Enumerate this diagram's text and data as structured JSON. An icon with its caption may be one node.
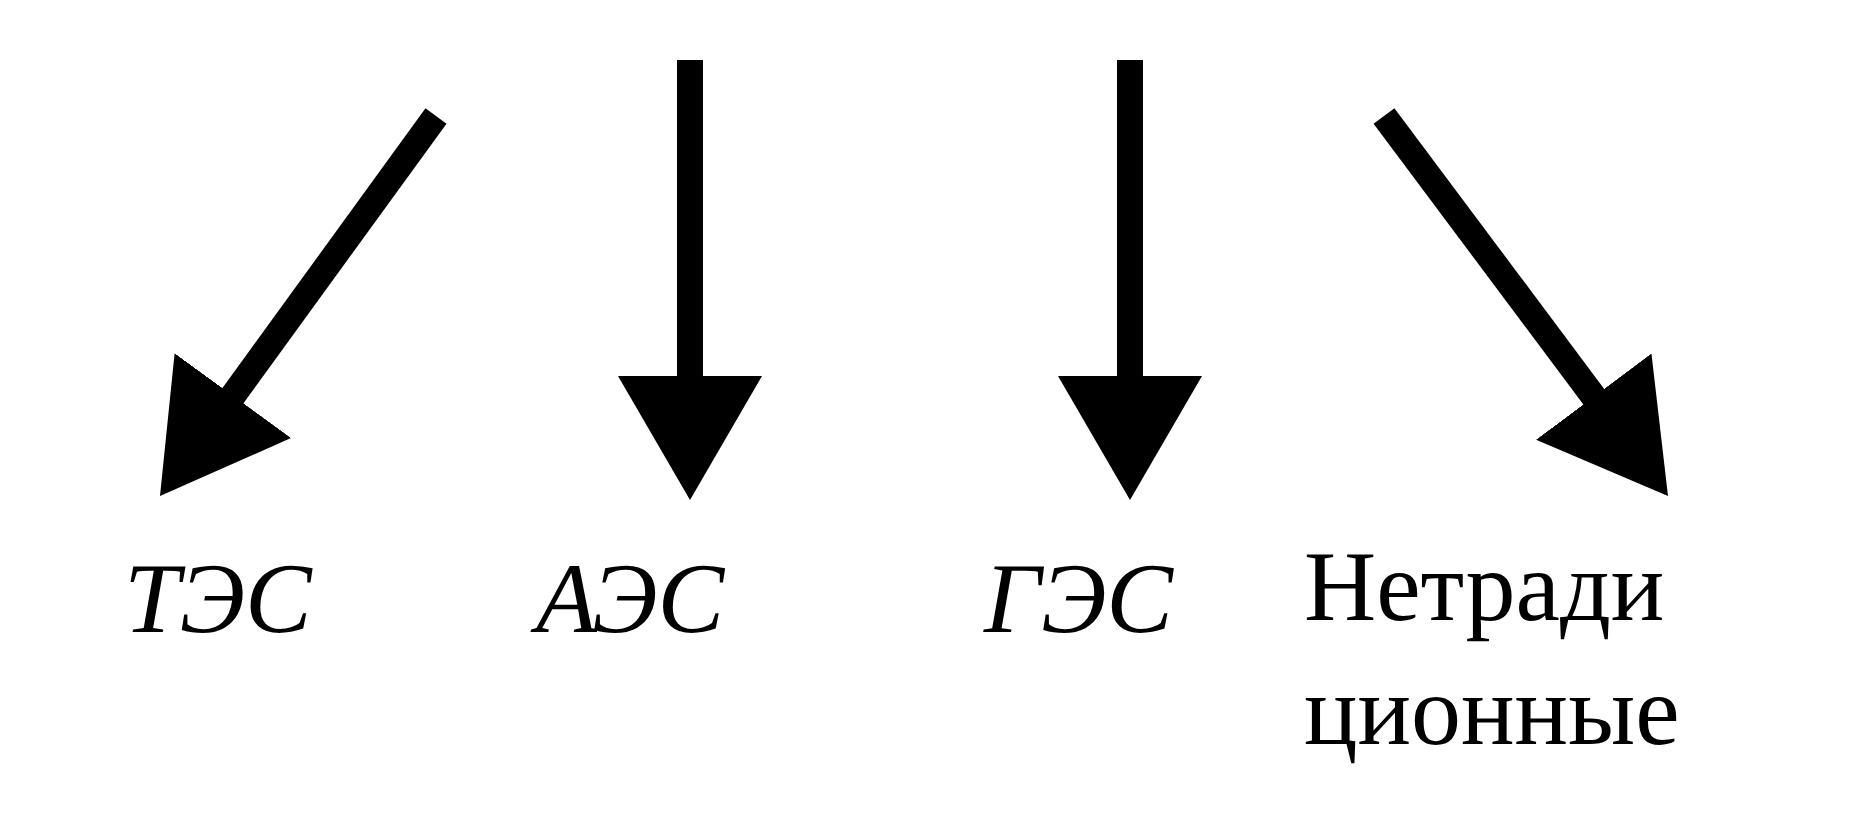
{
  "diagram": {
    "nodes": [
      {
        "text": [
          "ТЭС"
        ]
      },
      {
        "text": [
          "АЭС"
        ]
      },
      {
        "text": [
          "ГЭС"
        ]
      },
      {
        "text": [
          "Нетради ционные"
        ]
      }
    ],
    "edges": [
      {
        "from": null,
        "to": 0,
        "arrow": "to"
      },
      {
        "from": null,
        "to": 1,
        "arrow": "to"
      },
      {
        "from": null,
        "to": 2,
        "arrow": "to"
      },
      {
        "from": null,
        "to": 3,
        "arrow": "to"
      }
    ]
  }
}
